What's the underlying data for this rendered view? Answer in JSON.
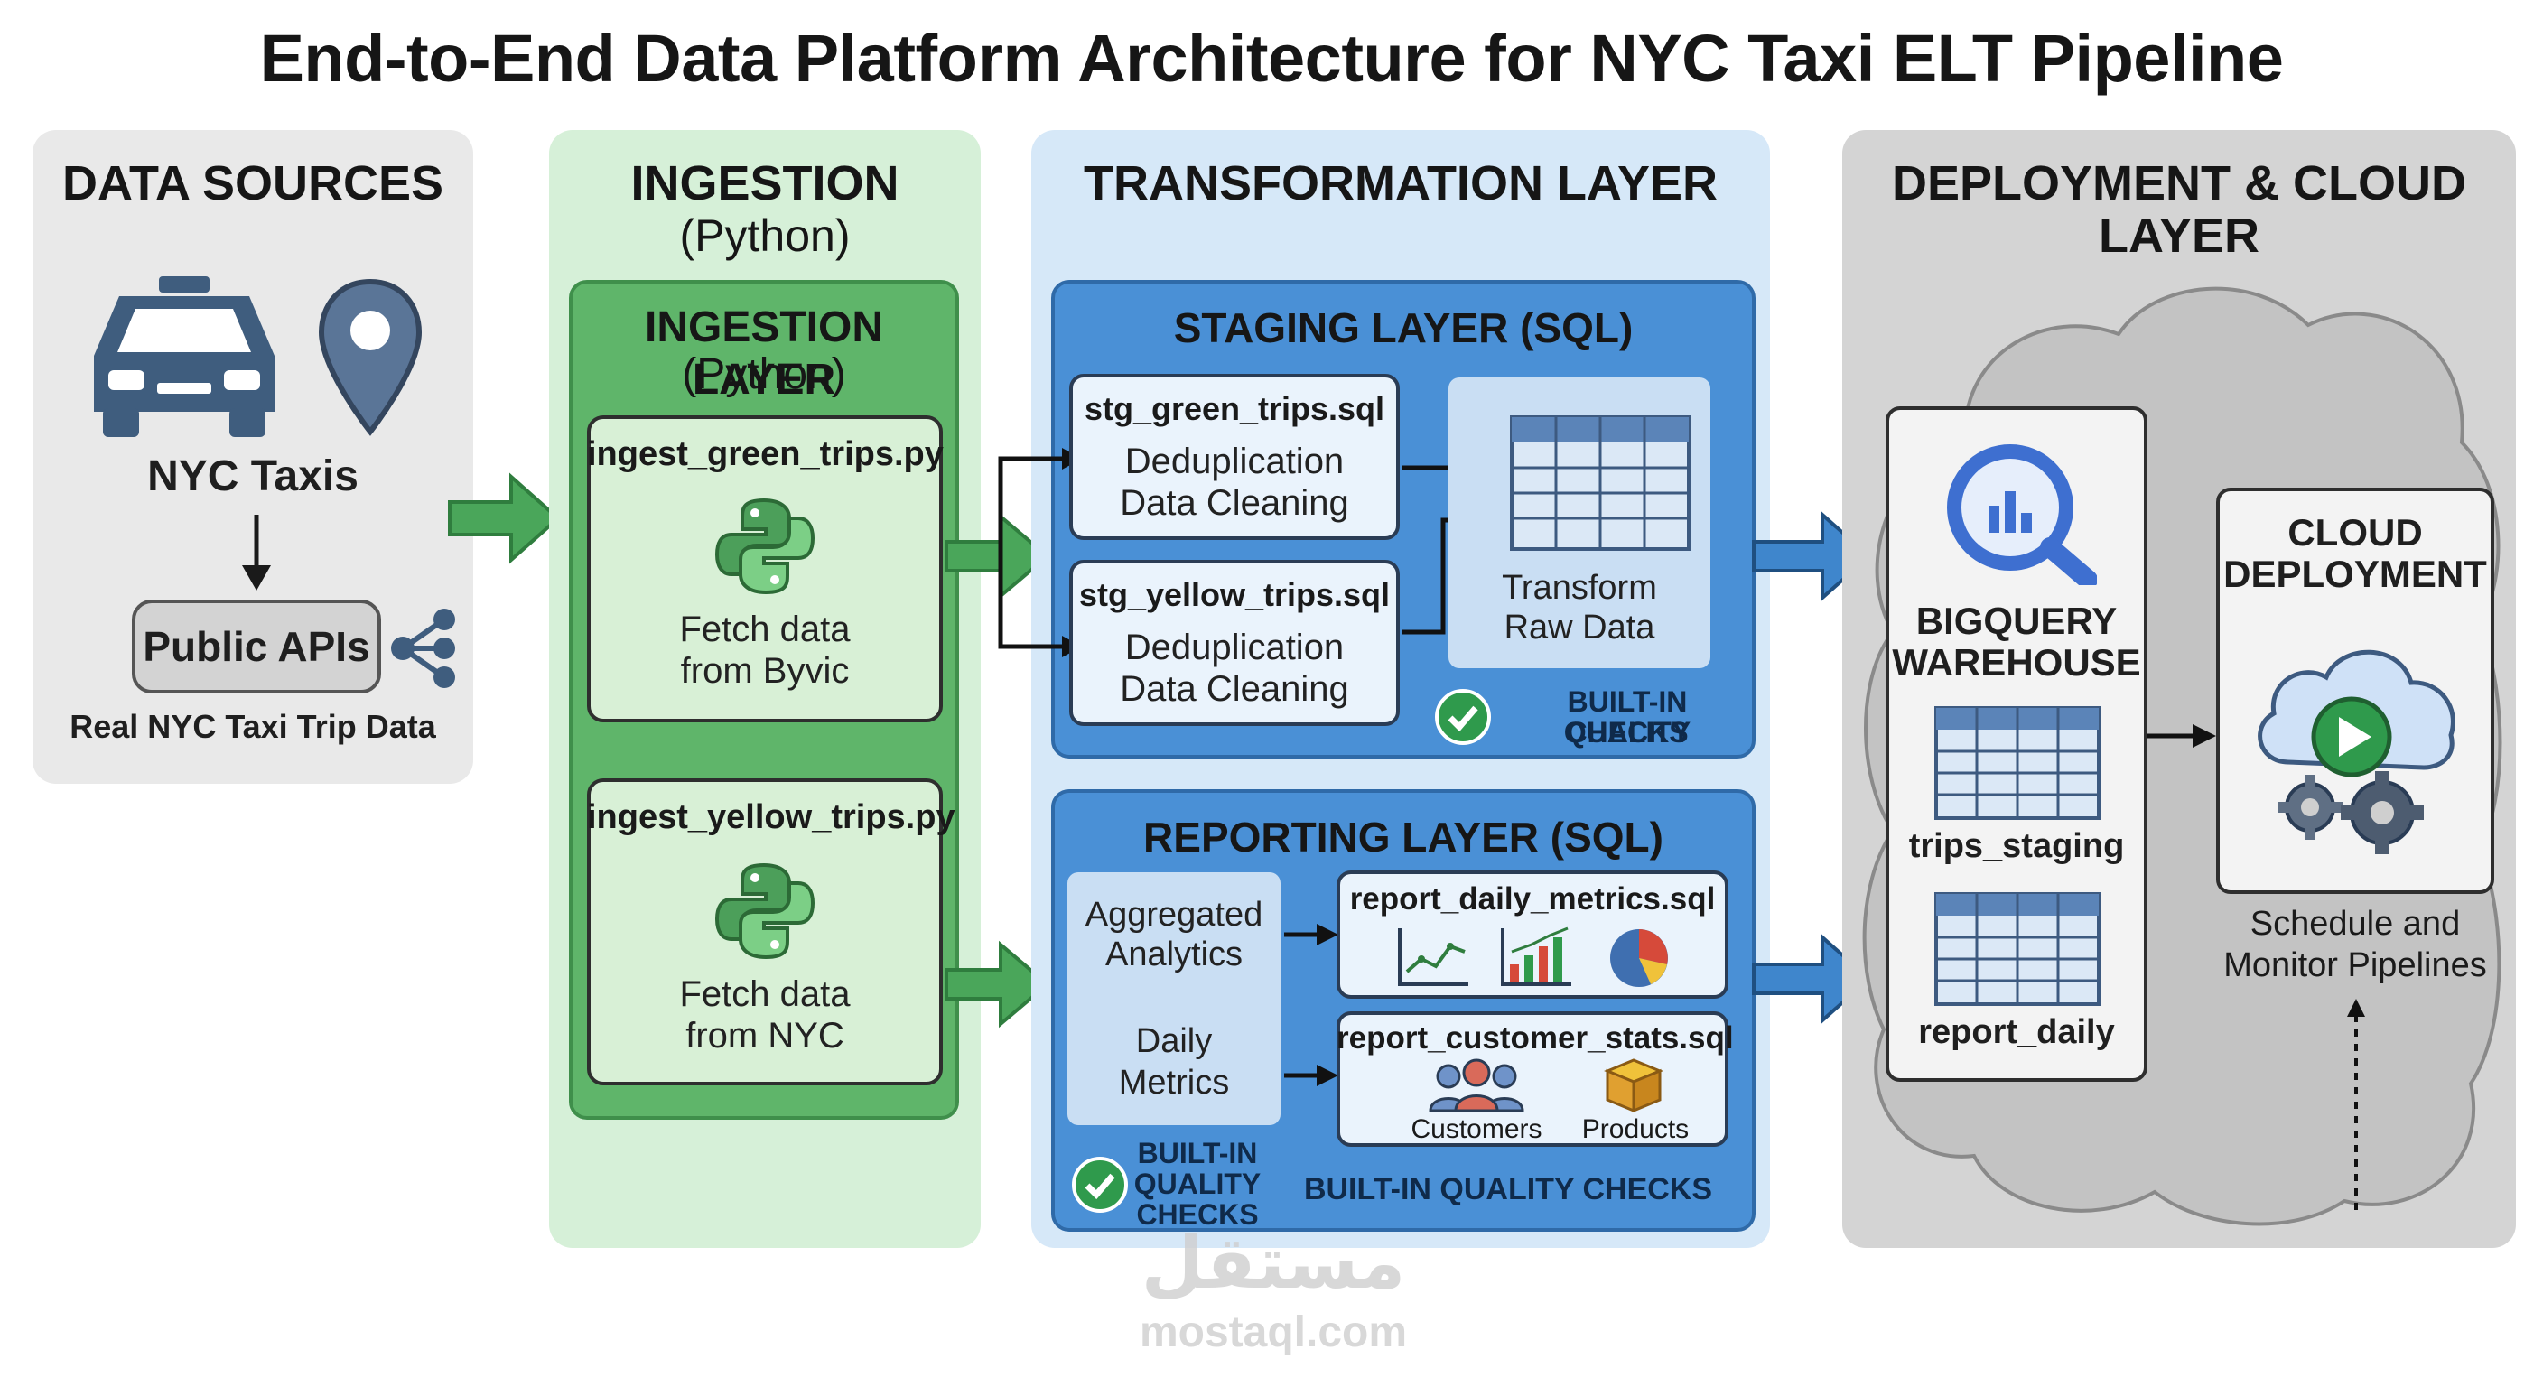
{
  "title": "End-to-End Data Platform Architecture for NYC Taxi ELT Pipeline",
  "sources": {
    "heading": "DATA SOURCES",
    "taxis_label": "NYC Taxis",
    "apis_label": "Public APIs",
    "caption": "Real NYC Taxi Trip Data",
    "icons": [
      "taxi-icon",
      "map-pin-icon",
      "share-icon"
    ]
  },
  "ingestion": {
    "heading": "INGESTION",
    "heading_sub": "(Python)",
    "layer_title": "INGESTION LAYER",
    "layer_sub": "(Python)",
    "cards": [
      {
        "file": "ingest_green_trips.py",
        "line1": "Fetch data",
        "line2": "from Byvic"
      },
      {
        "file": "ingest_yellow_trips.py",
        "line1": "Fetch data",
        "line2": "from NYC"
      }
    ]
  },
  "transformation": {
    "heading": "TRANSFORMATION LAYER",
    "staging": {
      "title": "STAGING LAYER (SQL)",
      "cards": [
        {
          "file": "stg_green_trips.sql",
          "line1": "Deduplication",
          "line2": "Data Cleaning"
        },
        {
          "file": "stg_yellow_trips.sql",
          "line1": "Deduplication",
          "line2": "Data Cleaning"
        }
      ],
      "transform_line1": "Transform",
      "transform_line2": "Raw Data",
      "quality_line1": "BUILT-IN QUALITY",
      "quality_line2": "CHECKS"
    },
    "reporting": {
      "title": "REPORTING LAYER (SQL)",
      "agg_line1": "Aggregated",
      "agg_line2": "Analytics",
      "daily_line1": "Daily",
      "daily_line2": "Metrics",
      "quality_line1": "BUILT-IN",
      "quality_line2": "QUALITY",
      "quality_line3": "CHECKS",
      "report_daily_file": "report_daily_metrics.sql",
      "report_customer_file": "report_customer_stats.sql",
      "customers_label": "Customers",
      "products_label": "Products",
      "quality_footer": "BUILT-IN QUALITY CHECKS"
    }
  },
  "deployment": {
    "heading_line1": "DEPLOYMENT & CLOUD",
    "heading_line2": "LAYER",
    "bq_line1": "BIGQUERY",
    "bq_line2": "WAREHOUSE",
    "table1": "trips_staging",
    "table2": "report_daily",
    "cloud_line1": "CLOUD",
    "cloud_line2": "DEPLOYMENT",
    "schedule_line1": "Schedule and",
    "schedule_line2": "Monitor Pipelines"
  },
  "watermark": {
    "arabic": "مستقل",
    "url": "mostaql.com"
  },
  "colors": {
    "source_panel": "#e9e9e9",
    "ingestion_panel": "#d6f0d8",
    "ingestion_box": "#5fb56a",
    "transform_panel": "#d6e8f8",
    "transform_box": "#4a90d6",
    "deploy_panel": "#d4d4d4",
    "green_arrow": "#4aa65a",
    "blue_arrow": "#3f86cc"
  }
}
